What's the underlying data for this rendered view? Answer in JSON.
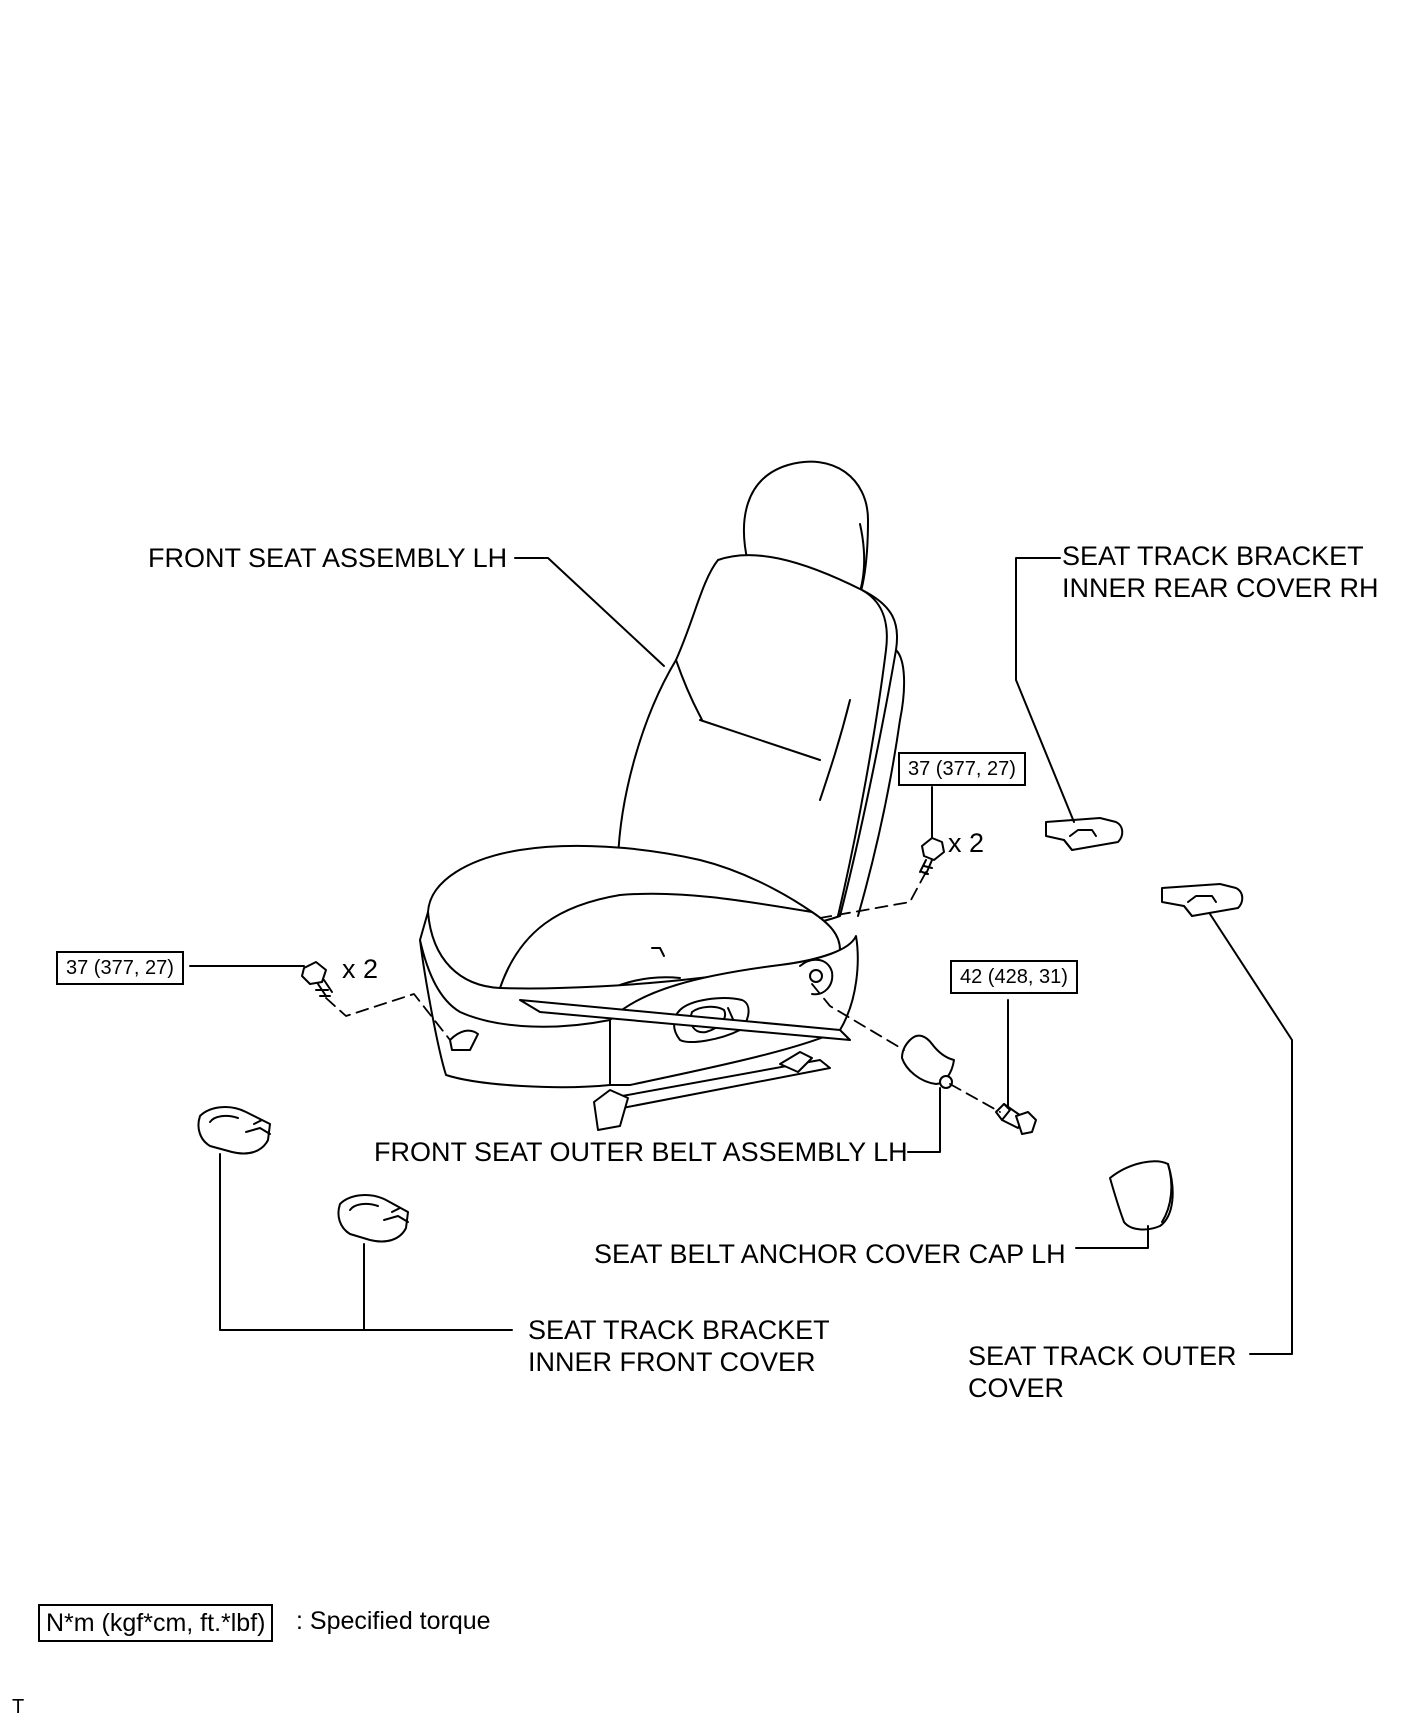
{
  "labels": {
    "front_seat_assembly": "FRONT SEAT ASSEMBLY LH",
    "rear_cover_line1": "SEAT TRACK BRACKET",
    "rear_cover_line2": "INNER REAR COVER RH",
    "outer_belt": "FRONT SEAT OUTER BELT ASSEMBLY LH",
    "anchor_cap": "SEAT BELT ANCHOR COVER CAP LH",
    "front_cover_line1": "SEAT TRACK BRACKET",
    "front_cover_line2": "INNER FRONT COVER",
    "outer_cover_line1": "SEAT TRACK OUTER",
    "outer_cover_line2": "COVER"
  },
  "torques": {
    "upper_right": "37 (377, 27)",
    "left": "37 (377, 27)",
    "belt": "42 (428, 31)"
  },
  "quantities": {
    "upper_right": "x 2",
    "left": "x 2"
  },
  "legend": {
    "box": "N*m (kgf*cm, ft.*lbf)",
    "text": ": Specified torque"
  },
  "corner_mark": "T"
}
